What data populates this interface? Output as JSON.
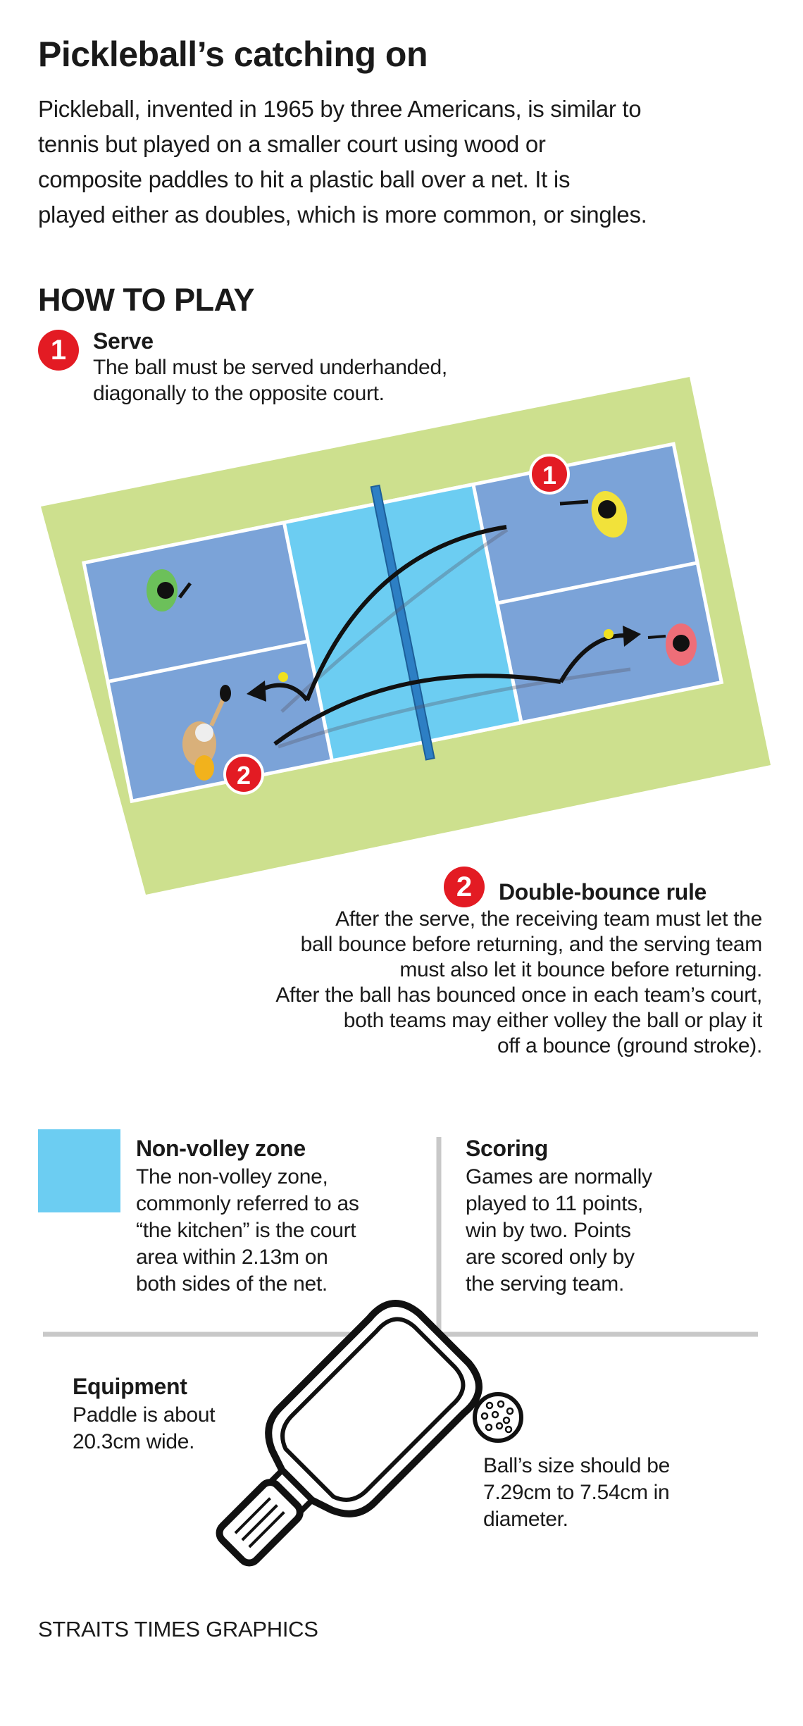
{
  "header": {
    "title": "Pickleball’s catching on",
    "intro_lines": [
      "Pickleball, invented in 1965 by three Americans, is similar to",
      "tennis but played on a smaller court using wood or",
      "composite paddles to hit a plastic ball over a net. It is",
      "played either as doubles, which is more common, or singles."
    ]
  },
  "how_to_play": {
    "heading": "HOW TO PLAY",
    "serve": {
      "number": "1",
      "title": "Serve",
      "lines": [
        "The ball must be served underhanded,",
        "diagonally to the opposite court."
      ]
    },
    "court_markers": [
      "1",
      "2"
    ],
    "double_bounce": {
      "number": "2",
      "title": "Double-bounce rule",
      "lines": [
        "After the serve, the receiving team must let the",
        "ball bounce before returning, and the serving team",
        "must also let it bounce before returning.",
        "After the ball has bounced once in each team’s court,",
        "both teams may either volley the ball or play it",
        "off a bounce (ground stroke)."
      ]
    }
  },
  "non_volley": {
    "title": "Non-volley zone",
    "lines": [
      "The non-volley zone,",
      "commonly referred to as",
      "“the kitchen” is the court",
      "area within 2.13m on",
      "both sides of the net."
    ]
  },
  "scoring": {
    "title": "Scoring",
    "lines": [
      "Games are normally",
      "played to 11 points,",
      "win by two. Points",
      "are scored only by",
      "the serving team."
    ]
  },
  "equipment": {
    "title": "Equipment",
    "paddle_lines": [
      "Paddle is about",
      "20.3cm wide."
    ],
    "ball_lines": [
      "Ball’s size should be",
      "7.29cm to 7.54cm in",
      "diameter."
    ]
  },
  "footer": {
    "credit": "STRAITS TIMES GRAPHICS"
  },
  "colors": {
    "accent_red": "#e31b23",
    "court_blue": "#7ba3d8",
    "kitchen_blue": "#6ccdf2",
    "grass_green": "#cde08e"
  }
}
